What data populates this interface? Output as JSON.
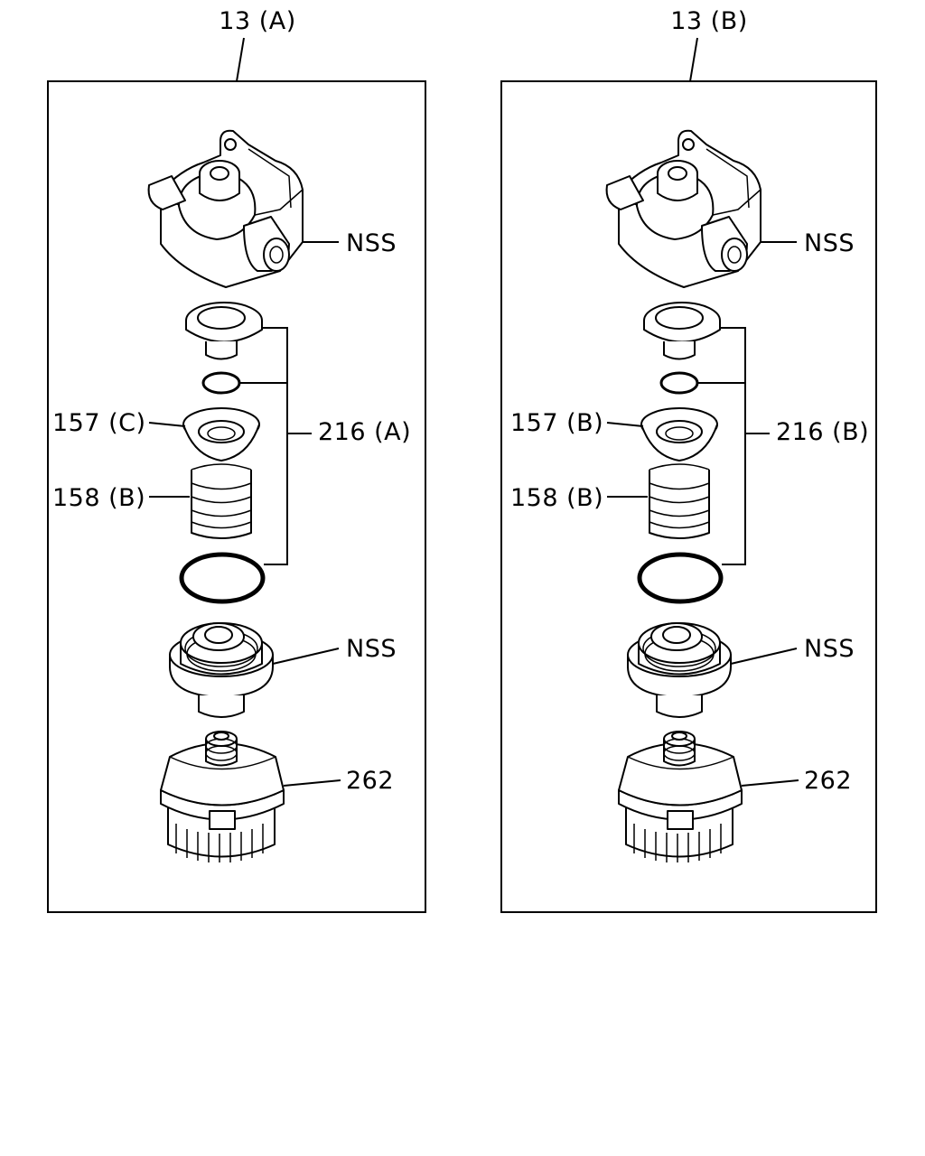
{
  "panels": [
    {
      "id": "A",
      "title": "13 (A)",
      "labels": {
        "body": "NSS",
        "kit": "216 (A)",
        "retainer": "157 (C)",
        "spring": "158 (B)",
        "valve": "NSS",
        "cap": "262"
      }
    },
    {
      "id": "B",
      "title": "13 (B)",
      "labels": {
        "body": "NSS",
        "kit": "216 (B)",
        "retainer": "157 (B)",
        "spring": "158 (B)",
        "valve": "NSS",
        "cap": "262"
      }
    }
  ]
}
